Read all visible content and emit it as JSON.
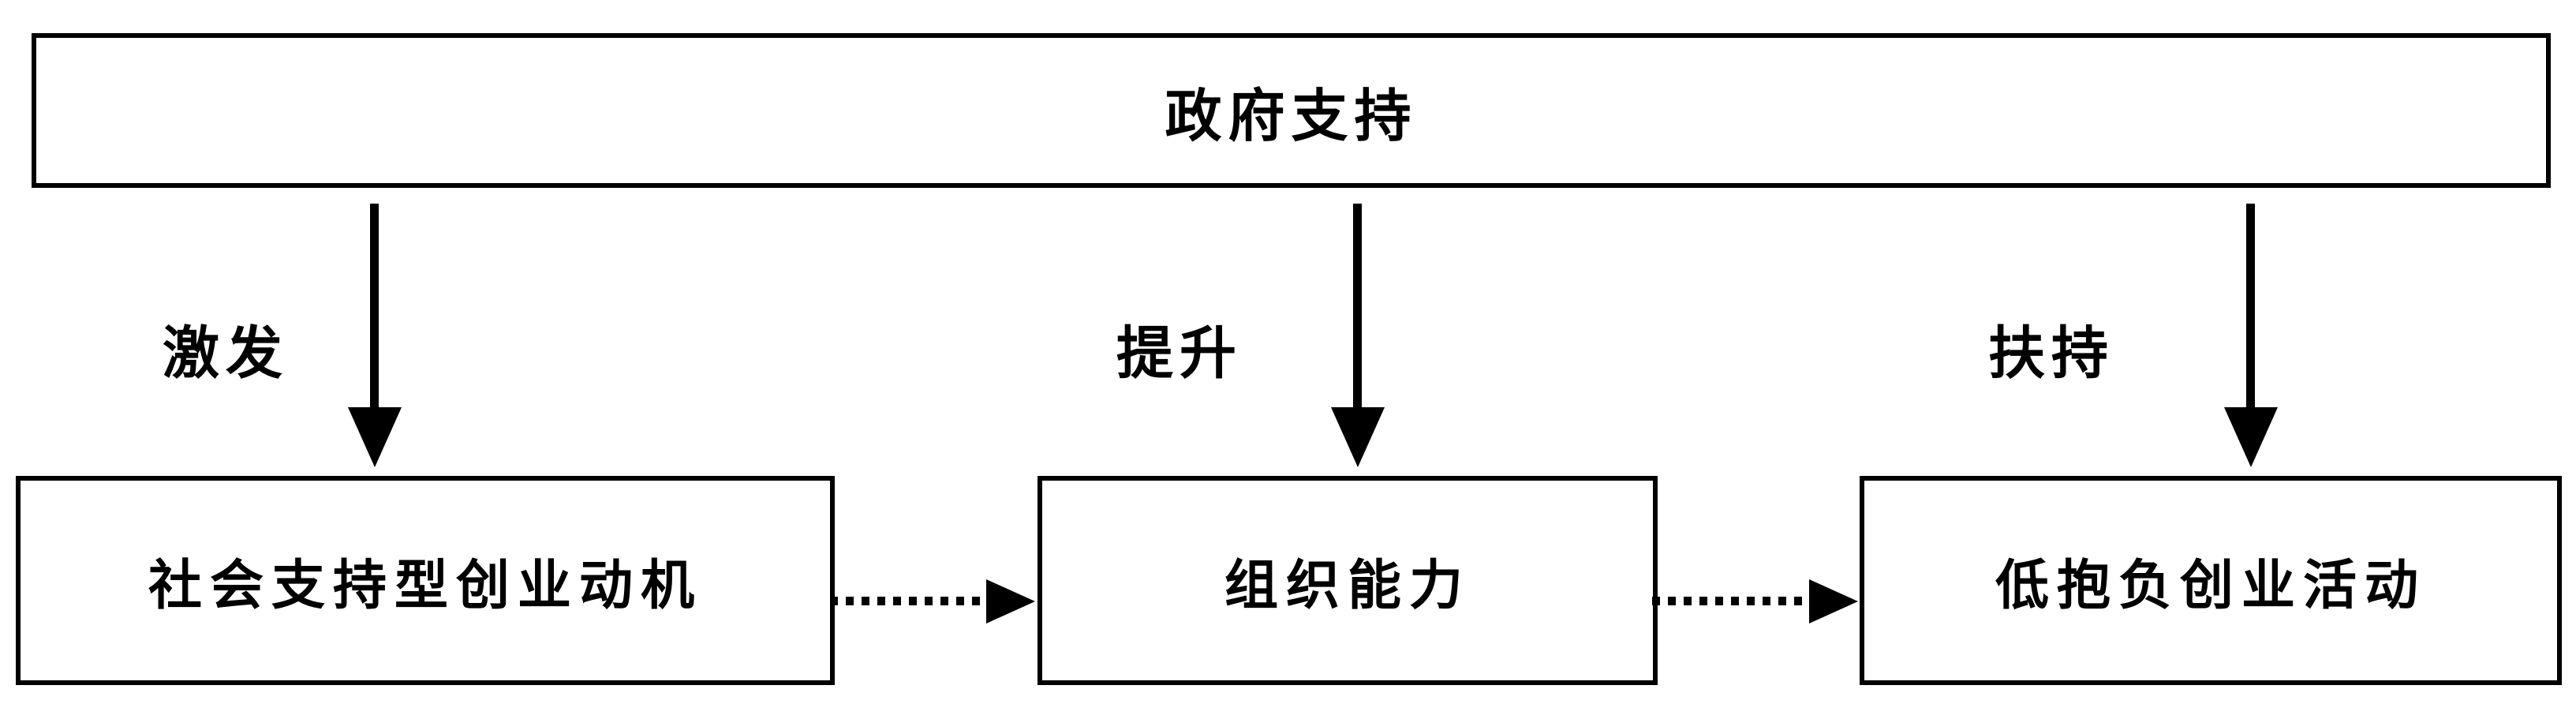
{
  "diagram": {
    "background": "#ffffff",
    "line_color": "#000000",
    "top_node": {
      "label": "政府支持"
    },
    "vertical_edges": [
      {
        "label": "激发"
      },
      {
        "label": "提升"
      },
      {
        "label": "扶持"
      }
    ],
    "bottom_nodes": [
      {
        "label": "社会支持型创业动机"
      },
      {
        "label": "组织能力"
      },
      {
        "label": "低抱负创业活动"
      }
    ]
  }
}
